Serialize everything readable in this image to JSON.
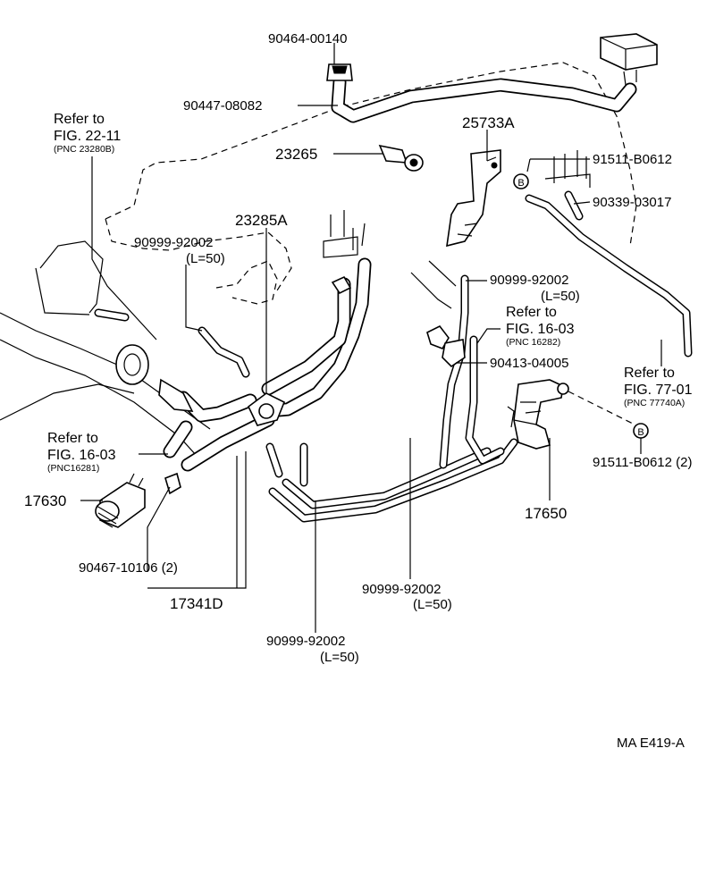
{
  "labels": {
    "p90464": "90464-00140",
    "p90447": "90447-08082",
    "p23265": "23265",
    "p25733A": "25733A",
    "p91511a": "91511-B0612",
    "p90339": "90339-03017",
    "p23285A": "23285A",
    "p90999a": "90999-92002",
    "p90999a_len": "(L=50)",
    "p90999b": "90999-92002",
    "p90999b_len": "(L=50)",
    "p90413": "90413-04005",
    "p17630": "17630",
    "p90467": "90467-10106 (2)",
    "p17341D": "17341D",
    "p90999c": "90999-92002",
    "p90999c_len": "(L=50)",
    "p90999d": "90999-92002",
    "p90999d_len": "(L=50)",
    "p17650": "17650",
    "p91511b": "91511-B0612 (2)",
    "bolt_mark": "B"
  },
  "refs": {
    "r1": {
      "line1": "Refer to",
      "line2": "FIG. 22-11",
      "pnc": "(PNC 23280B)"
    },
    "r2": {
      "line1": "Refer to",
      "line2": "FIG. 16-03",
      "pnc": "(PNC 16282)"
    },
    "r3": {
      "line1": "Refer to",
      "line2": "FIG. 77-01",
      "pnc": "(PNC 77740A)"
    },
    "r4": {
      "line1": "Refer to",
      "line2": "FIG. 16-03",
      "pnc": "(PNC16281)"
    }
  },
  "footer": {
    "code": "MA  E419-A"
  }
}
